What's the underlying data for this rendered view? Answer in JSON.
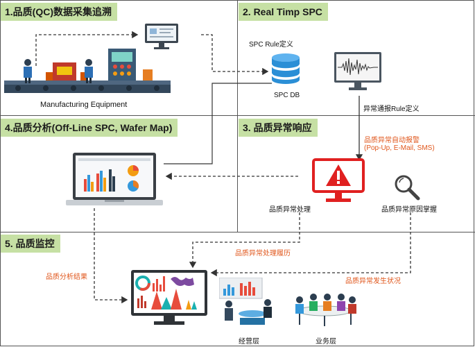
{
  "sections": {
    "s1": "1.品质(QC)数据采集追溯",
    "s2": "2. Real Timp SPC",
    "s3": "3. 品质异常响应",
    "s4": "4.品质分析(Off-Line SPC, Wafer Map)",
    "s5": "5. 品质监控"
  },
  "labels": {
    "manufacturing": "Manufacturing Equipment",
    "spc_rule": "SPC Rule定义",
    "spc_db": "SPC DB",
    "abnormal_rule": "异常通报Rule定义",
    "auto_alarm_line1": "品质异常自动报警",
    "auto_alarm_line2": "(Pop-Up, E-Mail, SMS)",
    "abnormal_handle": "品质异常处理",
    "cause_grasp": "品质异常原因掌握",
    "handle_history": "品质异常处理履历",
    "analysis_result": "品质分析结果",
    "occurrence_status": "品质异常发生状况",
    "management": "经营层",
    "business": "业务层"
  },
  "icons": {
    "factory": "factory-line-icon",
    "monitor": "monitor-icon",
    "database": "database-icon",
    "waveform": "waveform-monitor-icon",
    "laptop": "laptop-chart-icon",
    "alert": "alert-monitor-icon",
    "search": "magnifier-icon",
    "dashboard": "dashboard-monitor-icon",
    "managers": "managers-meeting-icon",
    "team": "team-meeting-icon"
  },
  "colors": {
    "section_fill": "#c6e0a4",
    "accent_orange": "#e0561b",
    "alert_red": "#e02020",
    "db_blue": "#2b8fd6"
  }
}
